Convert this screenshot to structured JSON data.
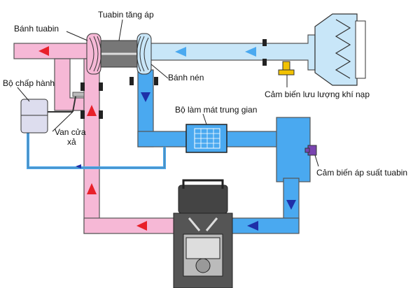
{
  "labels": {
    "turbine_wheel": "Bánh tuabin",
    "turbocharger": "Tuabin tăng áp",
    "compressor_wheel": "Bánh nén",
    "airflow_sensor": "Cảm biến lưu lượng khí nạp",
    "actuator": "Bộ chấp hành",
    "intercooler": "Bộ làm mát trung gian",
    "wastegate_line1": "Van cửa",
    "wastegate_line2": "xả",
    "boost_sensor": "Cảm biến áp suất tuabin"
  },
  "colors": {
    "exhaust": "#f6b8d6",
    "intake": "#4aa9f0",
    "intake_light": "#c8e6f8",
    "exhaust_arrow": "#e8202a",
    "intake_arrow": "#1e2fa8",
    "sensor_yellow": "#f2c200",
    "sensor_purple": "#7a44b0",
    "engine": "#4a4a4a"
  }
}
